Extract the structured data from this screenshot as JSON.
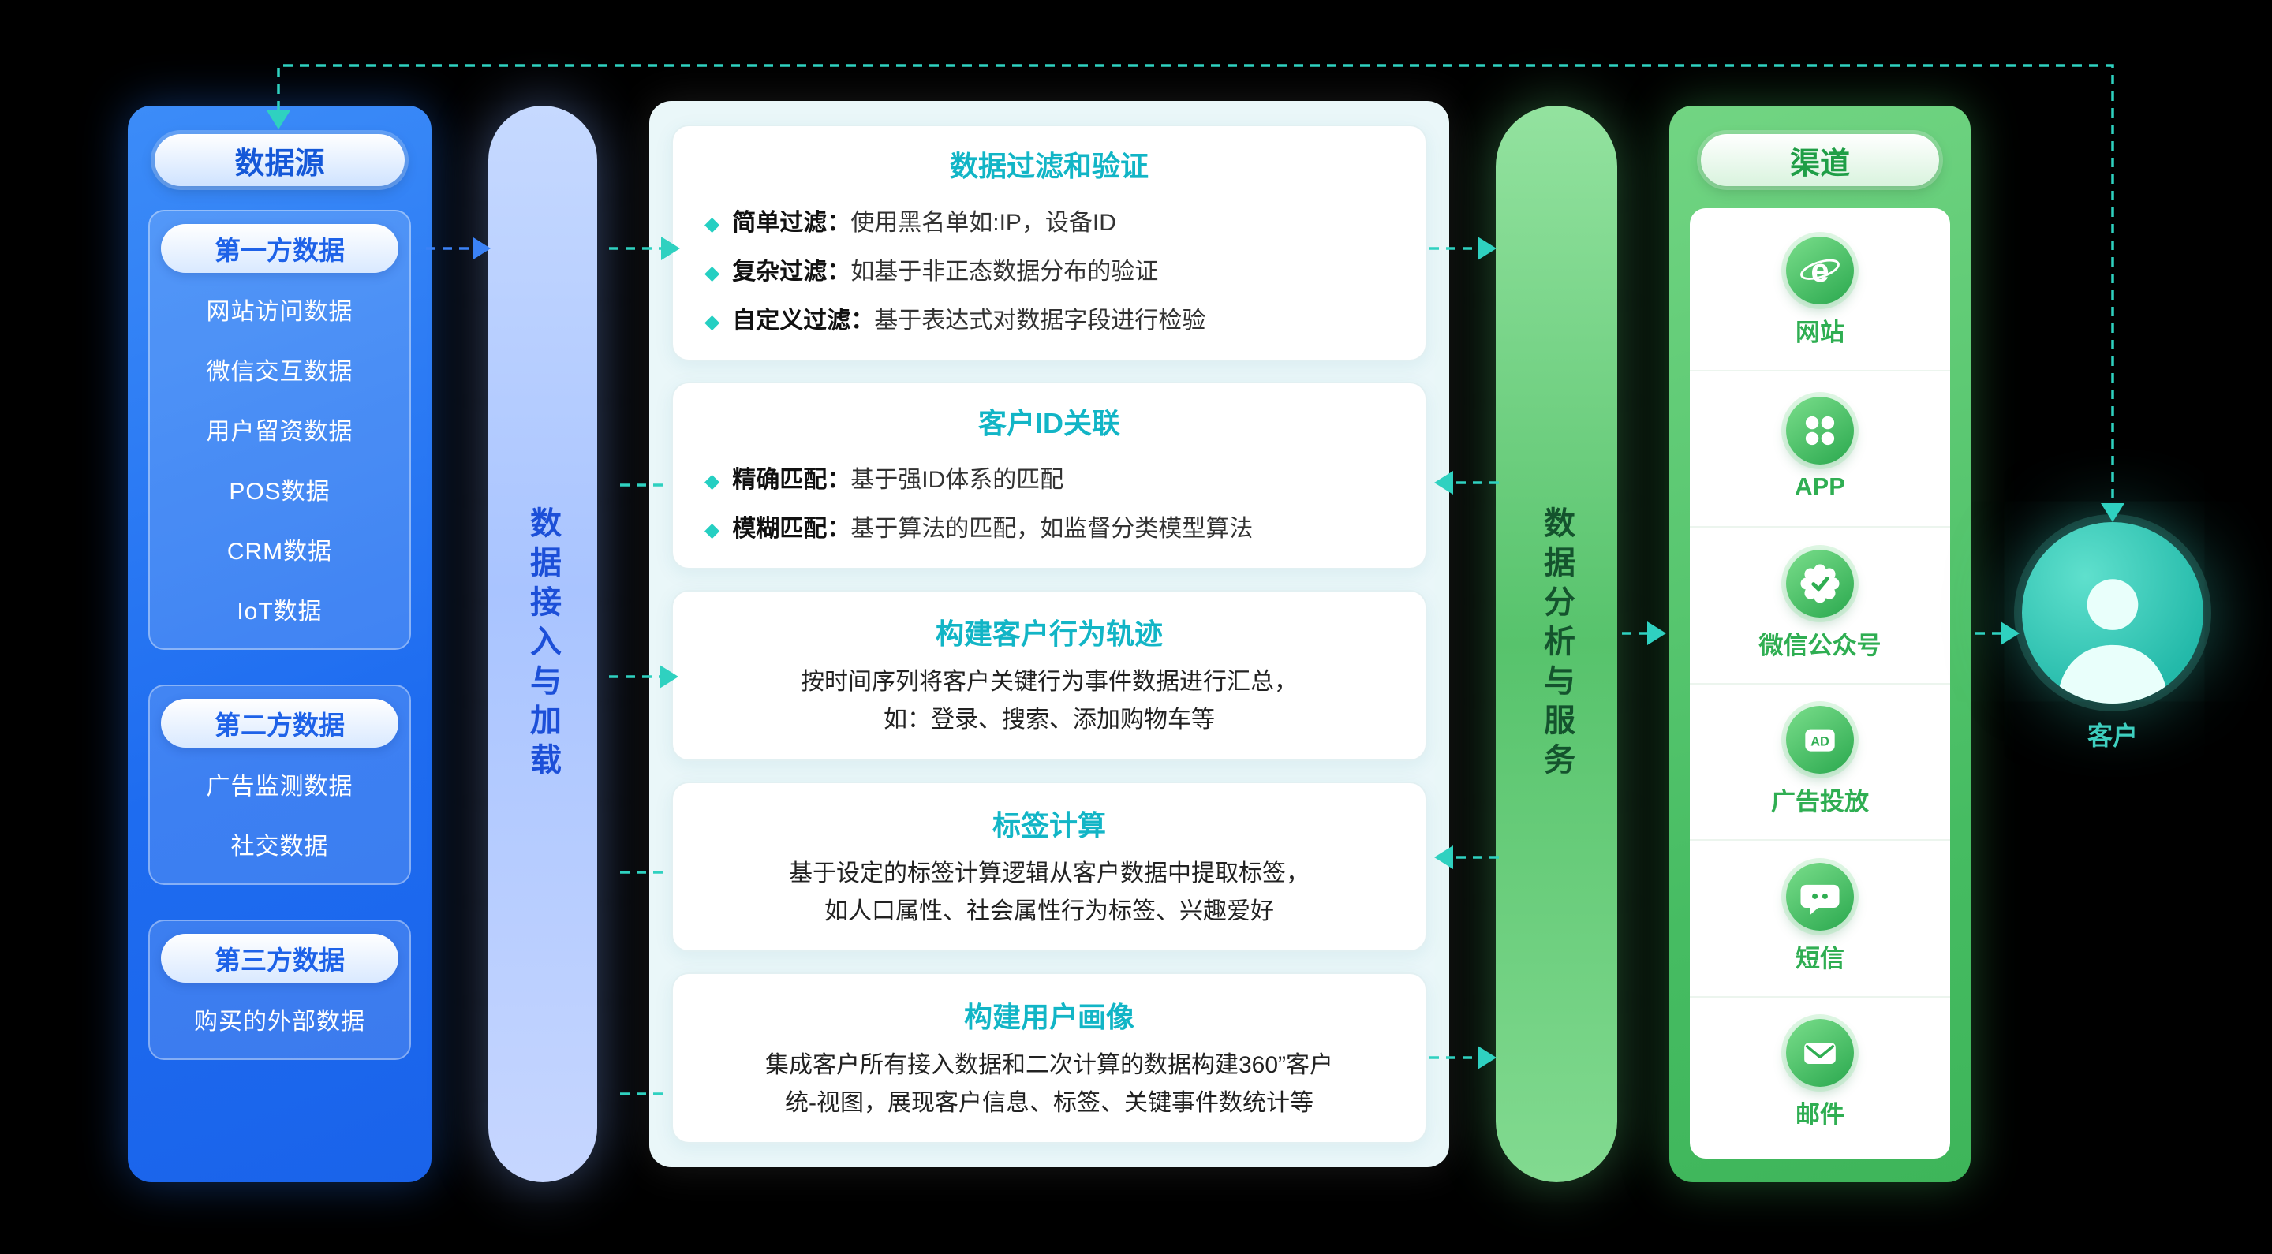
{
  "palette": {
    "teal": "#2fd1c0",
    "blue": "#2f7ff4",
    "green": "#2fae52"
  },
  "source_panel": {
    "title": "数据源",
    "groups": [
      {
        "title": "第一方数据",
        "items": [
          "网站访问数据",
          "微信交互数据",
          "用户留资数据",
          "POS数据",
          "CRM数据",
          "IoT数据"
        ]
      },
      {
        "title": "第二方数据",
        "items": [
          "广告监测数据",
          "社交数据"
        ]
      },
      {
        "title": "第三方数据",
        "items": [
          "购买的外部数据"
        ]
      }
    ]
  },
  "ingest_bar": {
    "label": "数据接入与加载"
  },
  "process_panel": {
    "bullet_icon": "◆",
    "cards": [
      {
        "title": "数据过滤和验证",
        "bullets": [
          {
            "label": "简单过滤：",
            "text": "使用黑名单如:IP，设备ID"
          },
          {
            "label": "复杂过滤：",
            "text": "如基于非正态数据分布的验证"
          },
          {
            "label": "自定义过滤：",
            "text": "基于表达式对数据字段进行检验"
          }
        ]
      },
      {
        "title": "客户ID关联",
        "bullets": [
          {
            "label": "精确匹配：",
            "text": "基于强ID体系的匹配"
          },
          {
            "label": "模糊匹配：",
            "text": "基于算法的匹配，如监督分类模型算法"
          }
        ]
      },
      {
        "title": "构建客户行为轨迹",
        "body": "按时间序列将客户关键行为事件数据进行汇总，\n如：登录、搜索、添加购物车等"
      },
      {
        "title": "标签计算",
        "body": "基于设定的标签计算逻辑从客户数据中提取标签，\n如人口属性、社会属性行为标签、兴趣爱好"
      },
      {
        "title": "构建用户画像",
        "body": "集成客户所有接入数据和二次计算的数据构建360”客户\n统-视图，展现客户信息、标签、关键事件数统计等"
      }
    ]
  },
  "analysis_bar": {
    "label": "数据分析与服务"
  },
  "channel_panel": {
    "title": "渠道",
    "items": [
      {
        "icon": "ie-browser-icon",
        "label": "网站"
      },
      {
        "icon": "app-grid-icon",
        "label": "APP"
      },
      {
        "icon": "wechat-official-badge-icon",
        "label": "微信公众号"
      },
      {
        "icon": "ad-icon",
        "label": "广告投放"
      },
      {
        "icon": "sms-bubble-icon",
        "label": "短信"
      },
      {
        "icon": "mail-icon",
        "label": "邮件"
      }
    ]
  },
  "customer": {
    "label": "客户"
  }
}
